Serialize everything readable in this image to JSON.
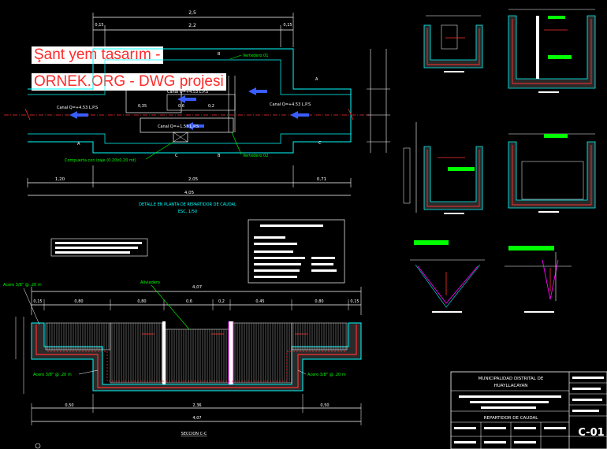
{
  "watermark": {
    "line1": "Şant yem tasarım -",
    "line2": "ORNEK.ORG - DWG projesi"
  },
  "plan": {
    "dim_total_top": "2,5",
    "dim_015_left": "0,15",
    "dim_22": "2,2",
    "dim_015_right": "0,15",
    "label_vertedero1": "Vertedero 01",
    "label_vertedero2": "Vertedero 02",
    "label_compuerta": "Compuerta con izaje (0.20x0.20 mt)",
    "canal_left": "Canal Q=+4.53 L.P.S",
    "canal_right": "Canal Q=+4.53 L.P.S",
    "canal_top": "Canal Q=+4.53 L.P.S",
    "canal_mid": "Canal Q=+1.53 L.P.S",
    "dim_035": "0,35",
    "dim_06": "0,6",
    "dim_02": "0,2",
    "dim_120": "1,20",
    "dim_205": "2,05",
    "dim_071": "0,71",
    "dim_405": "4,05",
    "title": "DETALLE EN PLANTA DE REPARTIDOR DE CAUDAL",
    "scale": "ESC. 1/50",
    "cut_a": "A",
    "cut_b": "B",
    "cut_c": "C"
  },
  "section": {
    "label_aliviadero": "Aliviadero",
    "label_acero_top": "Acero 3/8\" @ .20 m",
    "label_acero_bl": "Acero 3/8\" @ .20 m",
    "label_acero_br": "Acero 3/8\" @ .20 m",
    "dim_407_top": "4,07",
    "dim_015a": "0,15",
    "dim_080a": "0,80",
    "dim_080b": "0,80",
    "dim_06": "0,6",
    "dim_02": "0,2",
    "dim_045": "0,45",
    "dim_080c": "0,80",
    "dim_015b": "0,15",
    "dim_050a": "0,50",
    "dim_236": "2,36",
    "dim_050b": "0,50",
    "dim_407_bottom": "4,07",
    "title": "SECCION C-C"
  },
  "titleblock": {
    "org_line1": "MUNICIPALIDAD DISTRITAL DE",
    "org_line2": "HUAYLLACAYAN",
    "plan_name": "REPARTIDOR DE CAUDAL",
    "sheet": "C-01"
  },
  "colors": {
    "background": "#000000",
    "line_white": "#ffffff",
    "cyan": "#00ffff",
    "green": "#00ff00",
    "red": "#ff3030",
    "blue": "#3a5dff",
    "magenta": "#ff00ff",
    "yellow": "#ffff00"
  }
}
